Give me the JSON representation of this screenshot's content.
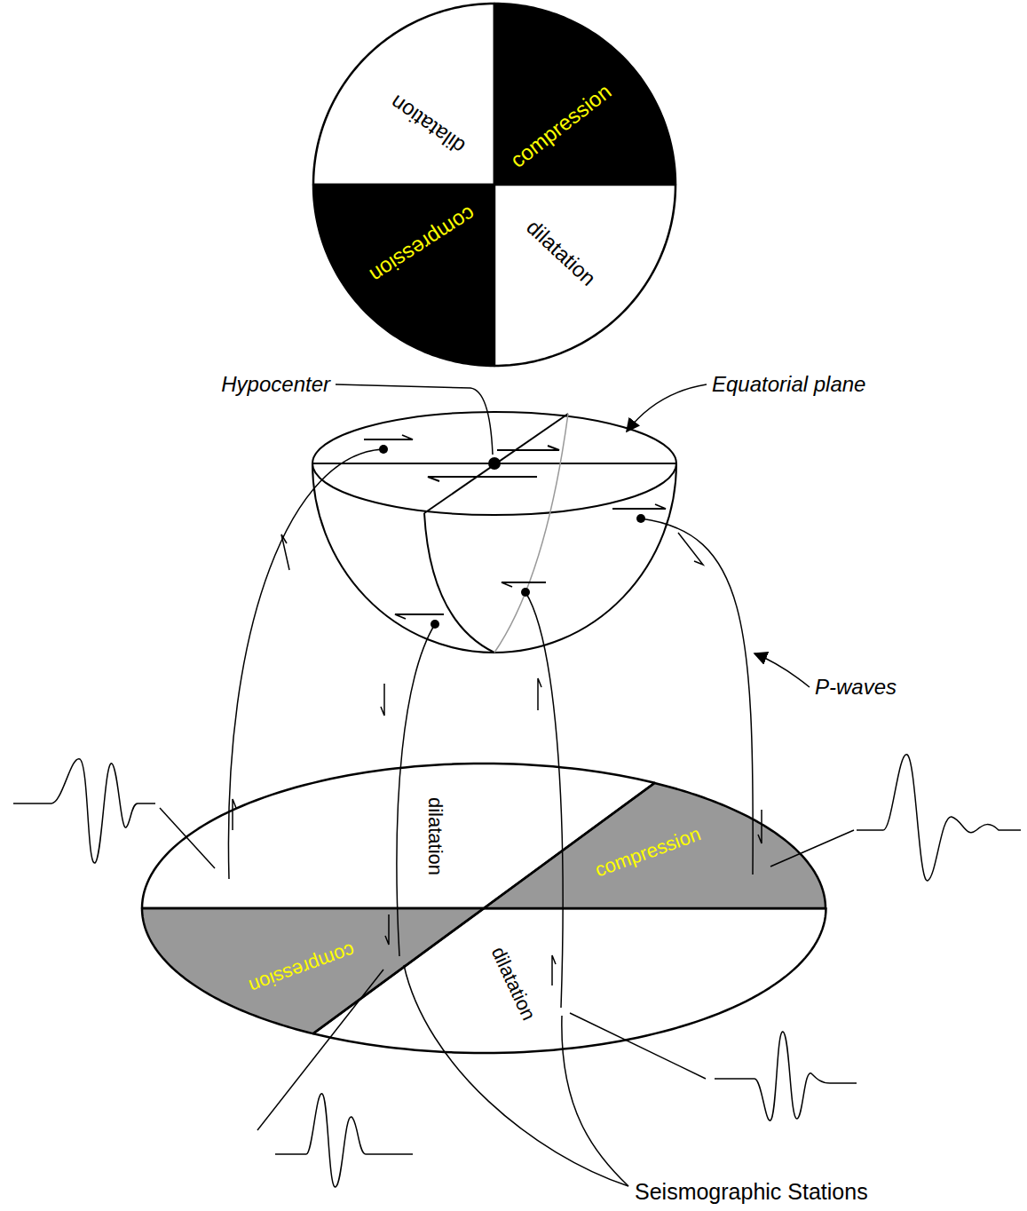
{
  "diagram": {
    "nodes": [
      {
        "text": [
          "dilatation"
        ]
      },
      {
        "text": [
          "compression"
        ]
      },
      {
        "text": [
          "compression"
        ]
      },
      {
        "text": [
          "dilatation"
        ]
      },
      {
        "text": [
          "dilatation"
        ]
      },
      {
        "text": [
          "compression"
        ]
      },
      {
        "text": [
          "compression"
        ]
      },
      {
        "text": [
          "dilatation"
        ]
      }
    ],
    "labels": [
      "Hypocenter",
      "Equatorial plane",
      "P-waves",
      "Seismographic Stations"
    ]
  }
}
